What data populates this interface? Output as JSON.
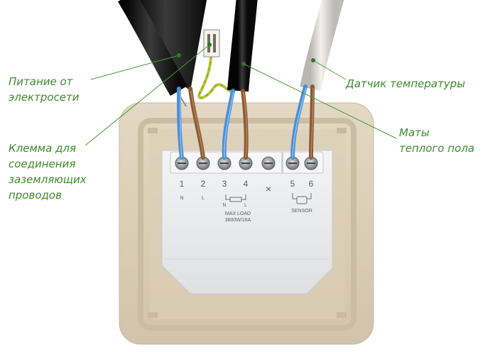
{
  "callouts": {
    "power": "Питание от\nэлектросети",
    "ground": "Клемма для\nсоединения\nзаземляющих\nпроводов",
    "sensor": "Датчик температуры",
    "mats": "Маты\nтеплого пола"
  },
  "terminals": {
    "numbers": [
      "1",
      "2",
      "3",
      "4",
      "5",
      "6"
    ],
    "cross": "×",
    "sublabels": [
      "N",
      "L",
      "N",
      "L"
    ]
  },
  "device": {
    "max_load_line1": "MAX LOAD",
    "max_load_line2": "3600W/16A",
    "sensor_label": "SENSOR"
  },
  "colors": {
    "callout_text": "#3d8a2a",
    "leader_line": "#4a9a35",
    "frame": "#d8cbb4",
    "module": "#e9eaec",
    "blue_wire": "#4a8fd6",
    "brown_wire": "#8b5a34",
    "ground_wire": "#b9c43a",
    "black_cable": "#1c1c1c",
    "white_cable": "#d8d6d2"
  }
}
